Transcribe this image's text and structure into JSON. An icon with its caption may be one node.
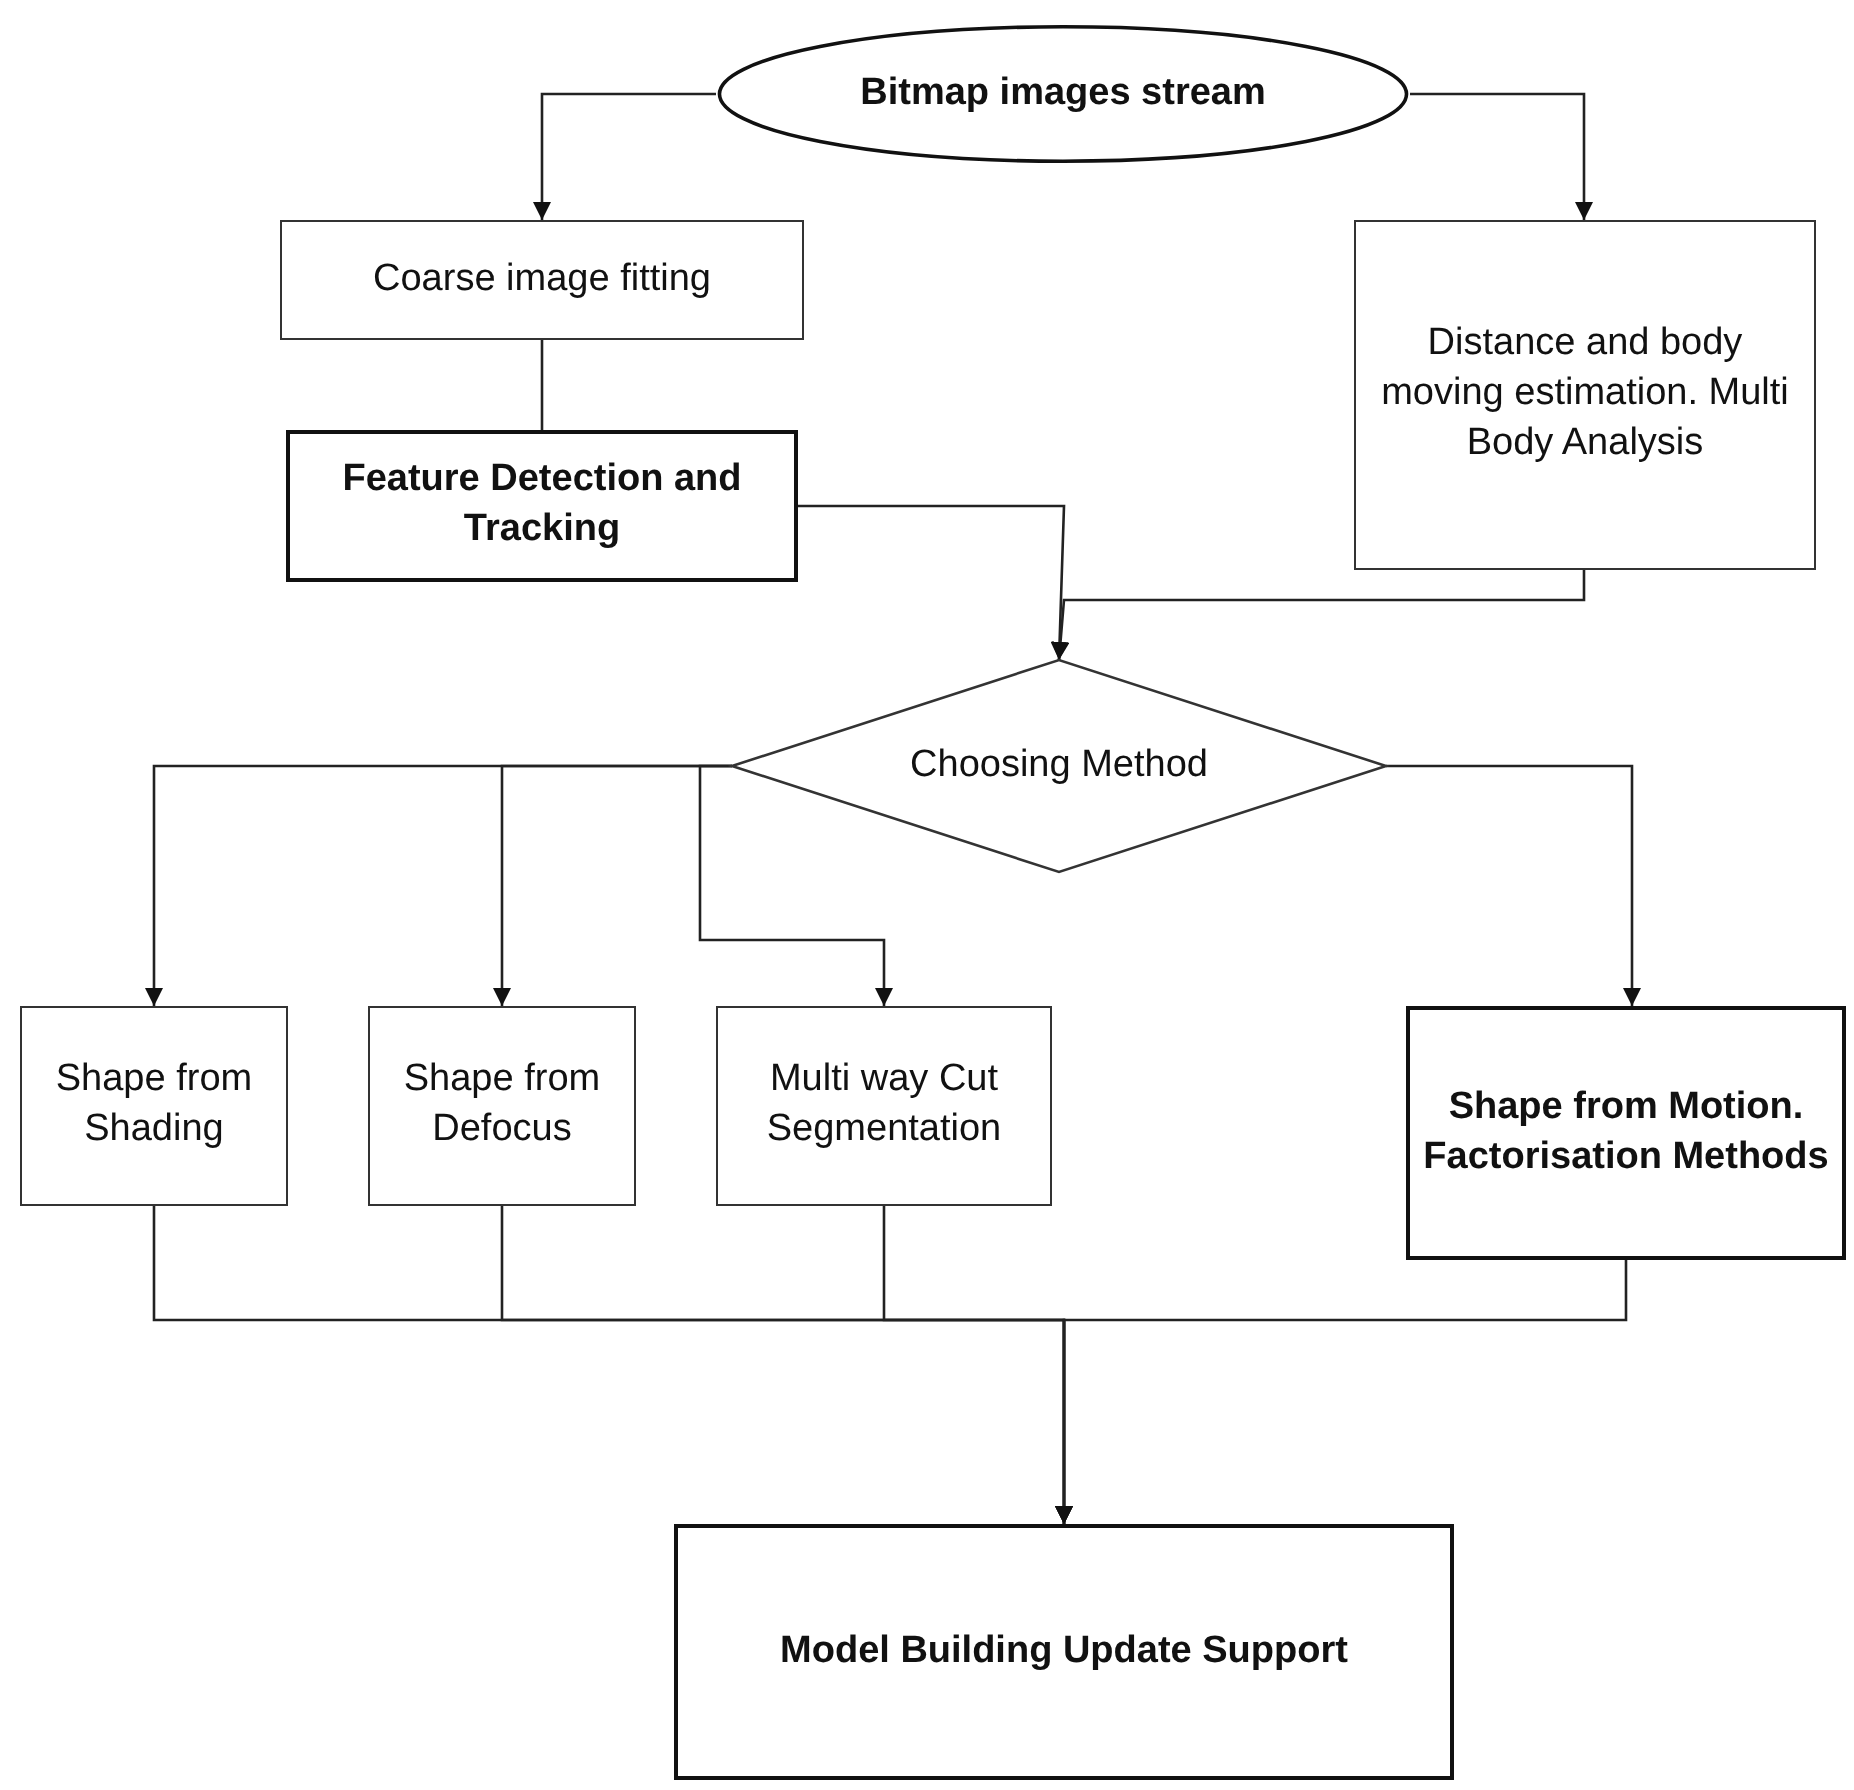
{
  "diagram": {
    "nodes": [
      {
        "text": [
          "Bitmap images stream"
        ]
      },
      {
        "text": [
          "Coarse image fitting"
        ]
      },
      {
        "text": [
          "Feature Detection and Tracking"
        ]
      },
      {
        "text": [
          "Distance and body moving estimation. Multi Body Analysis"
        ]
      },
      {
        "text": [
          "Choosing Method"
        ]
      },
      {
        "text": [
          "Shape from Shading"
        ]
      },
      {
        "text": [
          "Shape from Defocus"
        ]
      },
      {
        "text": [
          "Multi way Cut Segmentation"
        ]
      },
      {
        "text": [
          "Shape from Motion. Factorisation Methods"
        ]
      },
      {
        "text": [
          "Model Building Update Support"
        ]
      }
    ],
    "edges": [
      {
        "from": 0,
        "to": 1,
        "arrow": "to"
      },
      {
        "from": 0,
        "to": 3,
        "arrow": "to"
      },
      {
        "from": 1,
        "to": 2,
        "arrow": "none"
      },
      {
        "from": 2,
        "to": 4,
        "arrow": "to"
      },
      {
        "from": 3,
        "to": 4,
        "arrow": "to"
      },
      {
        "from": 4,
        "to": 5,
        "arrow": "to"
      },
      {
        "from": 4,
        "to": 6,
        "arrow": "to"
      },
      {
        "from": 4,
        "to": 7,
        "arrow": "to"
      },
      {
        "from": 4,
        "to": 8,
        "arrow": "to"
      },
      {
        "from": 5,
        "to": 9,
        "arrow": "to"
      },
      {
        "from": 6,
        "to": 9,
        "arrow": "to"
      },
      {
        "from": 7,
        "to": 9,
        "arrow": "to"
      },
      {
        "from": 8,
        "to": 9,
        "arrow": "to"
      }
    ]
  }
}
